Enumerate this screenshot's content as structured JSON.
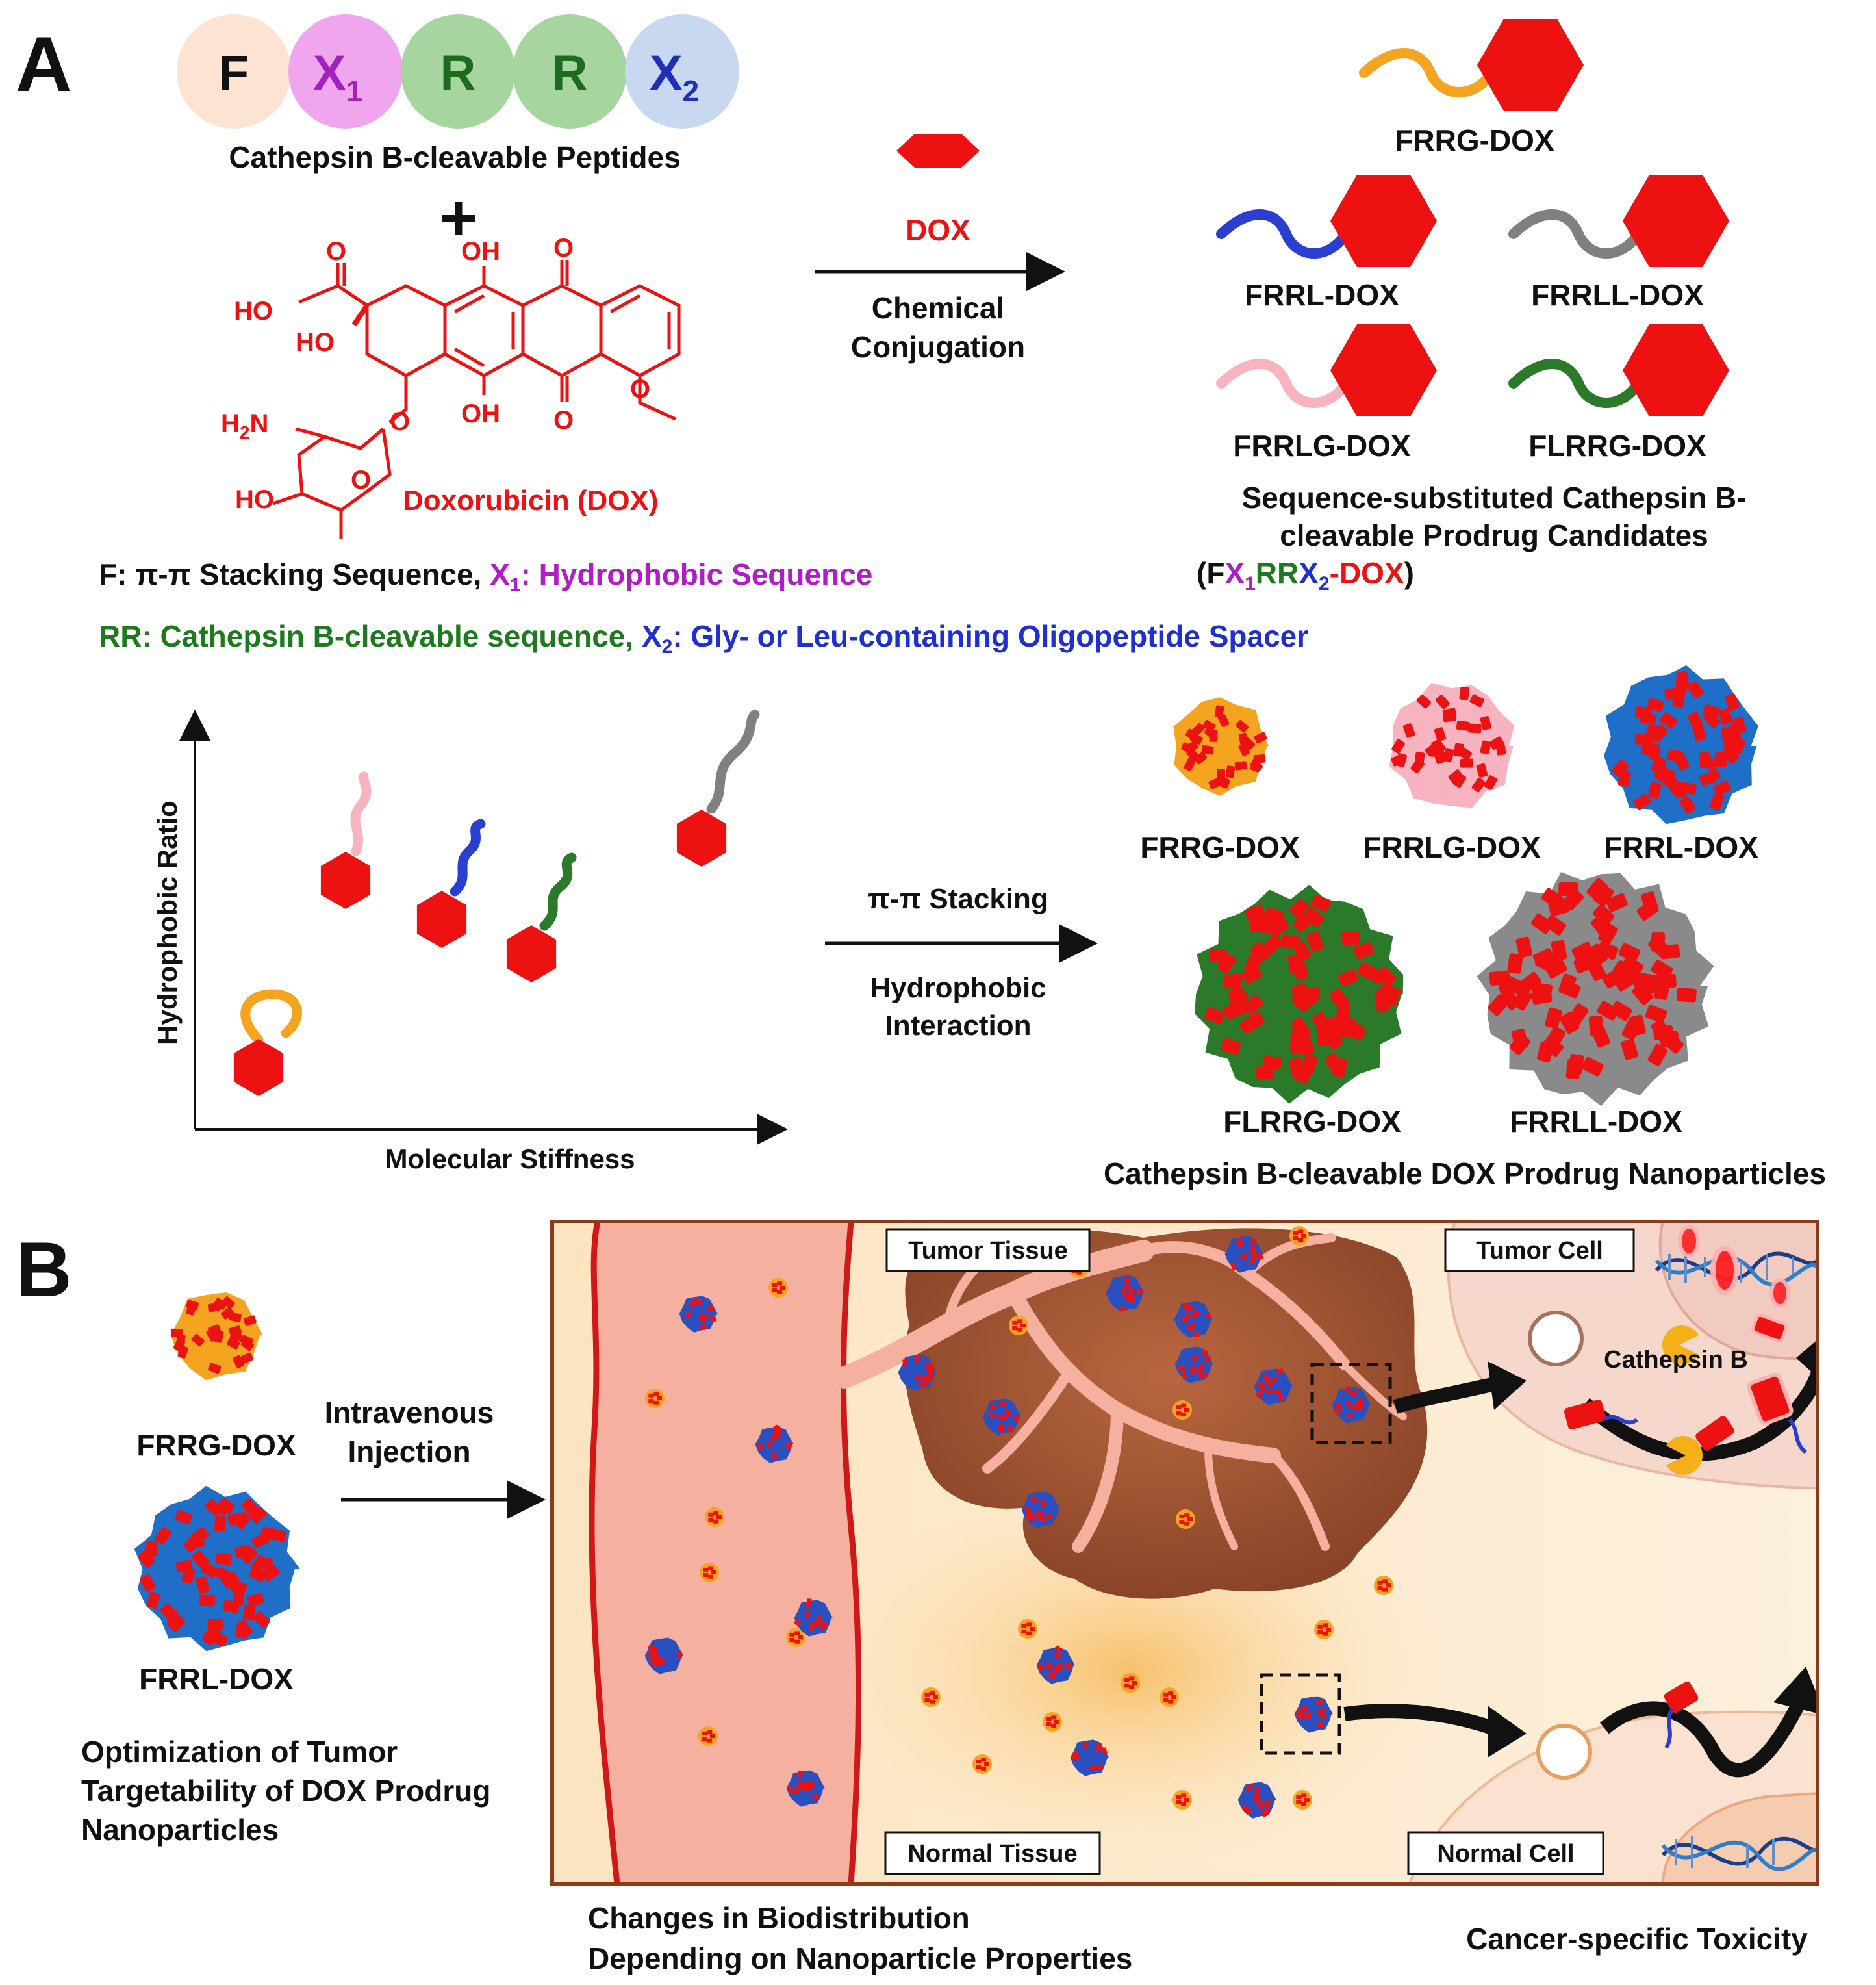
{
  "panel_a": {
    "label": "A",
    "peptide_beads": [
      {
        "text": "F",
        "sub": "",
        "fill": "#fde3d2",
        "color": "#111111"
      },
      {
        "text": "X",
        "sub": "1",
        "fill": "#f0a6ec",
        "color": "#a020c0"
      },
      {
        "text": "R",
        "sub": "",
        "fill": "#a6d5a0",
        "color": "#1e6b1e"
      },
      {
        "text": "R",
        "sub": "",
        "fill": "#a6d5a0",
        "color": "#1e6b1e"
      },
      {
        "text": "X",
        "sub": "2",
        "fill": "#c8d8f0",
        "color": "#1f2fb8"
      }
    ],
    "peptides_caption": "Cathepsin B-cleavable Peptides",
    "plus": "+",
    "dox_structure": {
      "ho_top": "HO",
      "o1": "O",
      "oh_top": "OH",
      "o2": "O",
      "ho_mid": "HO",
      "o_ring": "O",
      "oh_bottom": "OH",
      "o3": "O",
      "o_methoxy": "O",
      "h2n": "H",
      "h2n_sub": "2",
      "h2n_n": "N",
      "ho_sugar": "HO",
      "o_sugar": "O",
      "name": "Doxorubicin (DOX)"
    },
    "reaction": {
      "reagent": "DOX",
      "line1": "Chemical",
      "line2": "Conjugation"
    },
    "candidates": {
      "items": [
        {
          "name": "FRRG-DOX",
          "chain": "#f5a41f"
        },
        {
          "name": "FRRL-DOX",
          "chain": "#2a3fd0"
        },
        {
          "name": "FRRLL-DOX",
          "chain": "#808080"
        },
        {
          "name": "FRRLG-DOX",
          "chain": "#f7b4c0"
        },
        {
          "name": "FLRRG-DOX",
          "chain": "#2a7a2a"
        }
      ],
      "caption_line1": "Sequence-substituted Cathepsin B-",
      "caption_line2": "cleavable Prodrug Candidates",
      "formula_open": "(F",
      "formula_x": "X",
      "formula_x1": "1",
      "formula_rr": "RR",
      "formula_x2": "X",
      "formula_x2sub": "2",
      "formula_dash": "-",
      "formula_dox": "DOX",
      "formula_close": ")"
    },
    "legend": {
      "f_label": "F: π-π Stacking Sequence, ",
      "x1_label": "X",
      "x1_sub": "1",
      "x1_text": ": Hydrophobic Sequence",
      "rr_label": "RR: Cathepsin B-cleavable sequence, ",
      "x2_label": "X",
      "x2_sub": "2",
      "x2_text": ": Gly- or Leu-containing Oligopeptide Spacer"
    },
    "plot": {
      "y_label": "Hydrophobic Ratio",
      "x_label": "Molecular Stiffness"
    },
    "assembly": {
      "line1": "π-π Stacking",
      "line2": "Hydrophobic",
      "line3": "Interaction"
    },
    "nanoparticles": {
      "items": [
        {
          "name": "FRRG-DOX",
          "shell": "#f5a41f"
        },
        {
          "name": "FRRLG-DOX",
          "shell": "#f7b4c0"
        },
        {
          "name": "FRRL-DOX",
          "shell": "#1f6fc8"
        },
        {
          "name": "FLRRG-DOX",
          "shell": "#2a7a2a"
        },
        {
          "name": "FRRLL-DOX",
          "shell": "#8a8a8a"
        }
      ],
      "caption": "Cathepsin B-cleavable DOX Prodrug Nanoparticles"
    }
  },
  "panel_b": {
    "label": "B",
    "np1": "FRRG-DOX",
    "np2": "FRRL-DOX",
    "injection_line1": "Intravenous",
    "injection_line2": "Injection",
    "optimization_line1": "Optimization of Tumor",
    "optimization_line2": "Targetability of DOX Prodrug",
    "optimization_line3": "Nanoparticles",
    "tumor_tissue": "Tumor Tissue",
    "tumor_cell": "Tumor Cell",
    "cathepsin": "Cathepsin B",
    "normal_tissue": "Normal Tissue",
    "normal_cell": "Normal Cell",
    "bottom_left_line1": "Changes in Biodistribution",
    "bottom_left_line2": "Depending on Nanoparticle Properties",
    "bottom_right": "Cancer-specific Toxicity"
  },
  "colors": {
    "dox_red": "#ee1111",
    "vessel": "#f5b0a0",
    "vessel_wall": "#d01818",
    "tumor": "#9a5030",
    "frame": "#8b3a1a"
  }
}
